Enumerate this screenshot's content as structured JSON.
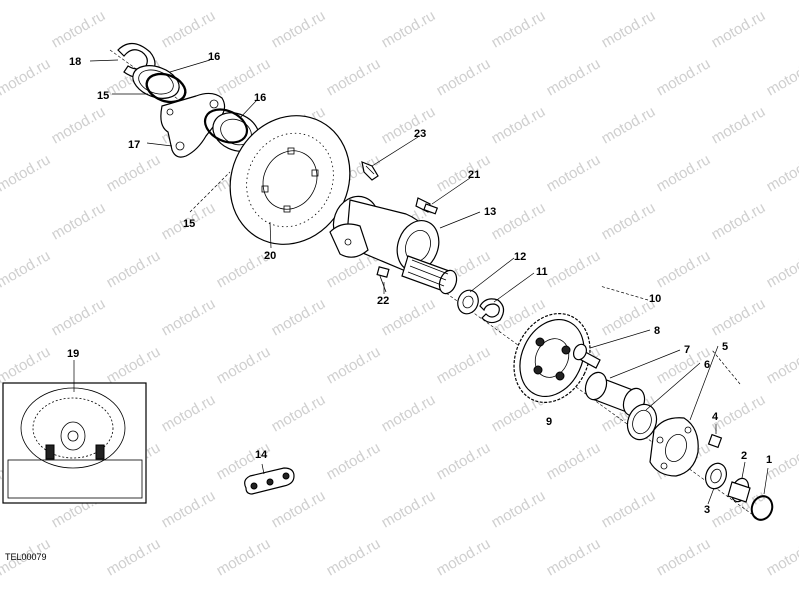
{
  "watermark": {
    "text": "motod.ru"
  },
  "drawing_code": "TEL00079",
  "callouts": [
    {
      "id": "c1",
      "label": "1"
    },
    {
      "id": "c2",
      "label": "2"
    },
    {
      "id": "c3",
      "label": "3"
    },
    {
      "id": "c4",
      "label": "4"
    },
    {
      "id": "c5",
      "label": "5"
    },
    {
      "id": "c6",
      "label": "6"
    },
    {
      "id": "c7",
      "label": "7"
    },
    {
      "id": "c8",
      "label": "8"
    },
    {
      "id": "c9",
      "label": "9"
    },
    {
      "id": "c10",
      "label": "10"
    },
    {
      "id": "c11",
      "label": "11"
    },
    {
      "id": "c12",
      "label": "12"
    },
    {
      "id": "c13",
      "label": "13"
    },
    {
      "id": "c14",
      "label": "14"
    },
    {
      "id": "c15a",
      "label": "15"
    },
    {
      "id": "c15b",
      "label": "15"
    },
    {
      "id": "c16a",
      "label": "16"
    },
    {
      "id": "c16b",
      "label": "16"
    },
    {
      "id": "c17",
      "label": "17"
    },
    {
      "id": "c18",
      "label": "18"
    },
    {
      "id": "c19",
      "label": "19"
    },
    {
      "id": "c20",
      "label": "20"
    },
    {
      "id": "c21",
      "label": "21"
    },
    {
      "id": "c22",
      "label": "22"
    },
    {
      "id": "c23",
      "label": "23"
    }
  ]
}
